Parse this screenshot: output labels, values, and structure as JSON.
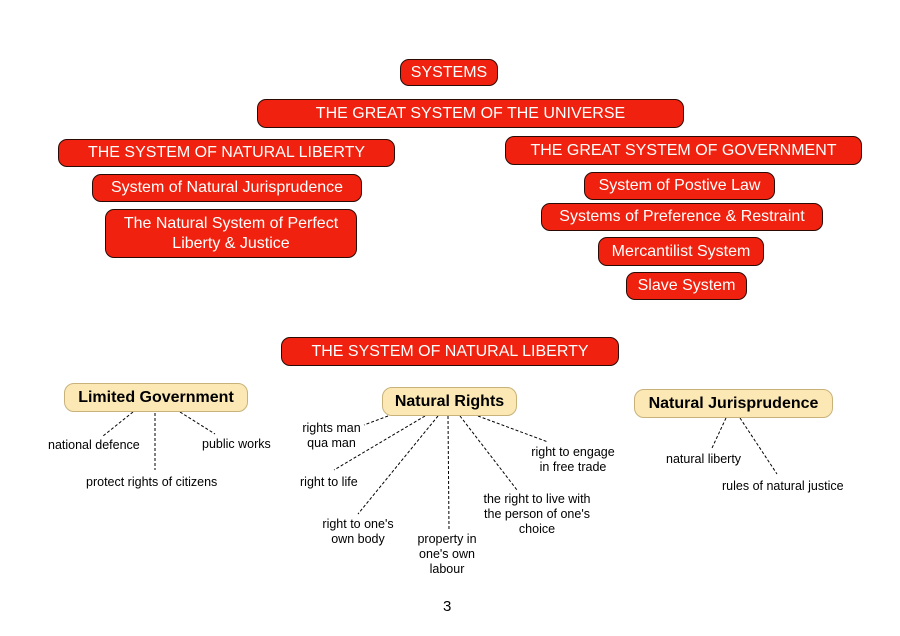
{
  "top": {
    "systems": "SYSTEMS",
    "universe": "THE GREAT SYSTEM OF THE UNIVERSE",
    "natural_liberty": "THE SYSTEM OF NATURAL LIBERTY",
    "natural_jurisprudence": "System of Natural Jurisprudence",
    "perfect_liberty": "The Natural System of Perfect Liberty & Justice",
    "government": "THE GREAT SYSTEM OF GOVERNMENT",
    "positive_law": "System of Postive Law",
    "preference": "Systems of Preference & Restraint",
    "mercantilist": "Mercantilist System",
    "slave": "Slave System"
  },
  "bottom": {
    "title": "THE SYSTEM OF NATURAL LIBERTY",
    "limited_government": {
      "label": "Limited Government",
      "leaves": [
        "national defence",
        "public works",
        "protect rights of citizens"
      ]
    },
    "natural_rights": {
      "label": "Natural Rights",
      "leaves": [
        "rights man qua man",
        "right to life",
        "right to one's own body",
        "property in one's own labour",
        "the right to live with the person of one's choice",
        "right to engage in free trade"
      ]
    },
    "natural_jurisprudence": {
      "label": "Natural Jurisprudence",
      "leaves": [
        "natural liberty",
        "rules of natural justice"
      ]
    }
  },
  "page_number": "3"
}
